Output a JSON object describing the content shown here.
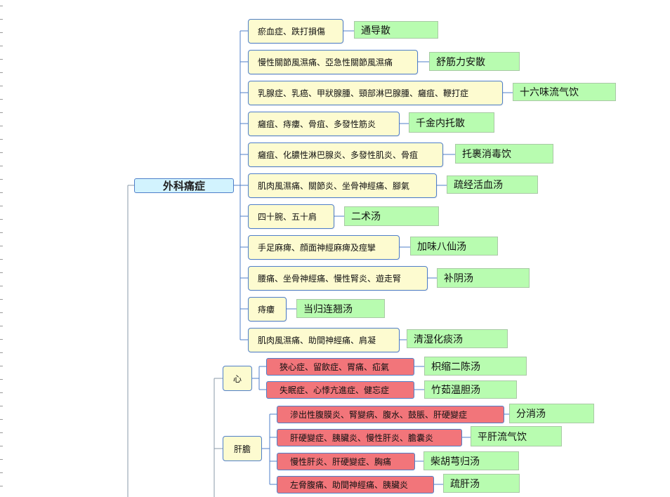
{
  "root": {
    "label": "外科痛症"
  },
  "rows": [
    {
      "condition": "瘀血症、跌打損傷",
      "formula": "通导散"
    },
    {
      "condition": "慢性關節風濕痛、亞急性關節風濕痛",
      "formula": "舒筋力安散"
    },
    {
      "condition": "乳腺症、乳癌、甲狀腺腫、頸部淋巴腺腫、癰疽、鞭打症",
      "formula": "十六味流气饮"
    },
    {
      "condition": "癰疽、痔瘻、骨疽、多發性筋炎",
      "formula": "千金内托散"
    },
    {
      "condition": "癰疽、化膿性淋巴腺炎、多發性肌炎、骨疽",
      "formula": "托裹消毒饮"
    },
    {
      "condition": "肌肉風濕痛、關節炎、坐骨神經痛、腳氣",
      "formula": "疏经活血汤"
    },
    {
      "condition": "四十腕、五十肩",
      "formula": "二术汤"
    },
    {
      "condition": "手足麻痺、顔面神經麻痺及痙攣",
      "formula": "加味八仙汤"
    },
    {
      "condition": "腰痛、坐骨神經痛、慢性腎炎、遊走腎",
      "formula": "补阴汤"
    },
    {
      "condition": "痔瘻",
      "formula": "当归连翘汤"
    },
    {
      "condition": "肌肉風濕痛、助間神經痛、肩凝",
      "formula": "清湿化痰汤"
    }
  ],
  "groups": [
    {
      "label": "心",
      "rows": [
        {
          "condition": "狹心症、留飲症、胃痛、疝氣",
          "formula": "枳缩二陈汤"
        },
        {
          "condition": "失眠症、心悸亢進症、健忘症",
          "formula": "竹茹温胆汤"
        }
      ]
    },
    {
      "label": "肝膽",
      "rows": [
        {
          "condition": "滲出性腹膜炎、腎變病、腹水、鼓脹、肝硬變症",
          "formula": "分消汤"
        },
        {
          "condition": "肝硬變症、胰臟炎、慢性肝炎、膽囊炎",
          "formula": "平肝流气饮"
        },
        {
          "condition": "慢性肝炎、肝硬變症、胸痛",
          "formula": "柴胡芎归汤"
        },
        {
          "condition": "左脅腹痛、助間神經痛、胰臟炎",
          "formula": "疏肝汤"
        }
      ]
    }
  ],
  "colors": {
    "connector": "#4f7fc9",
    "trunk": "#8a9aa8",
    "condition_fill": "#fdfbd0",
    "group_condition_fill": "#f2757a",
    "formula_fill": "#b8fcb0",
    "root_fill": "#d2f3fe"
  }
}
